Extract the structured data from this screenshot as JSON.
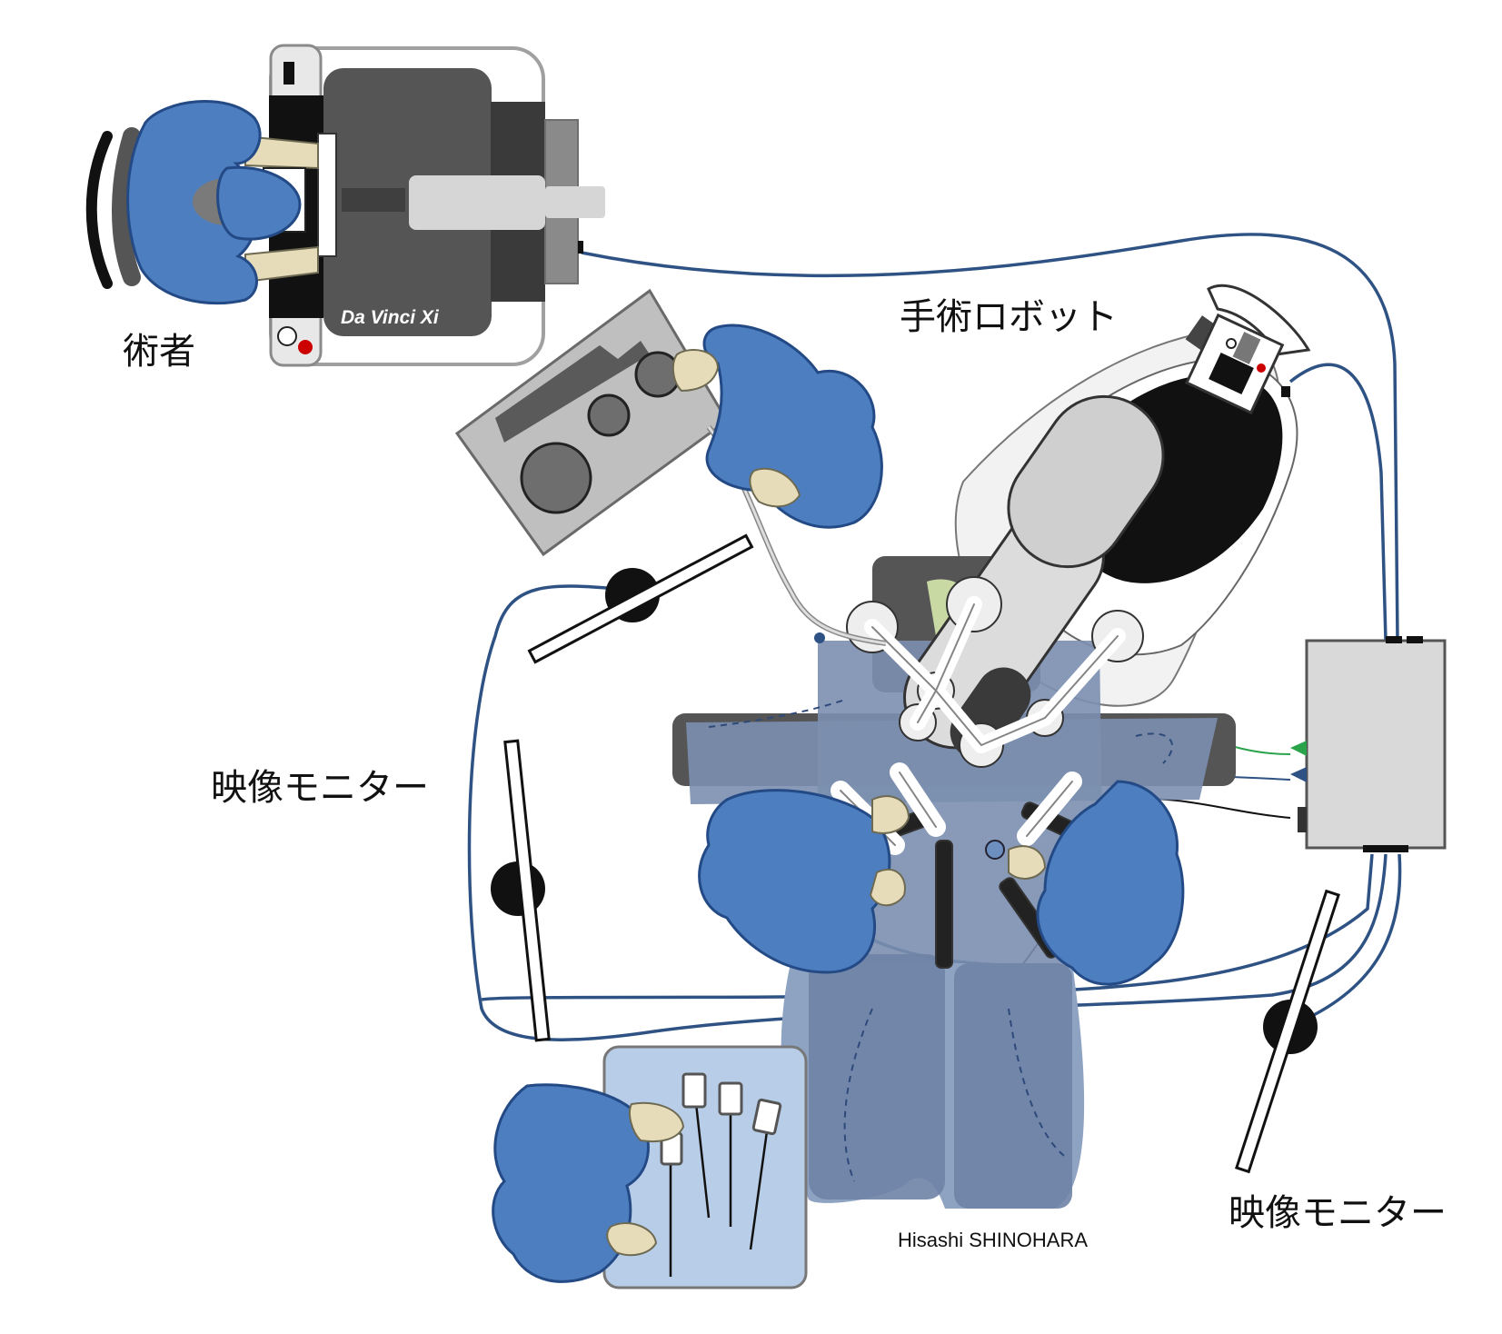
{
  "labels": {
    "surgeon": "術者",
    "robot": "手術ロボット",
    "monitor_left": "映像モニター",
    "monitor_right": "映像モニター",
    "console_brand": "Da Vinci Xi",
    "credit": "Hisashi SHINOHARA"
  },
  "colors": {
    "staff_gown": "#4d7ec0",
    "cable": "#2e5283",
    "drape": "#6f89b3",
    "console_dark": "#555555",
    "tower": "#d9d9d9",
    "indicator_red": "#cc0000",
    "cable_green": "#2aa34a"
  }
}
